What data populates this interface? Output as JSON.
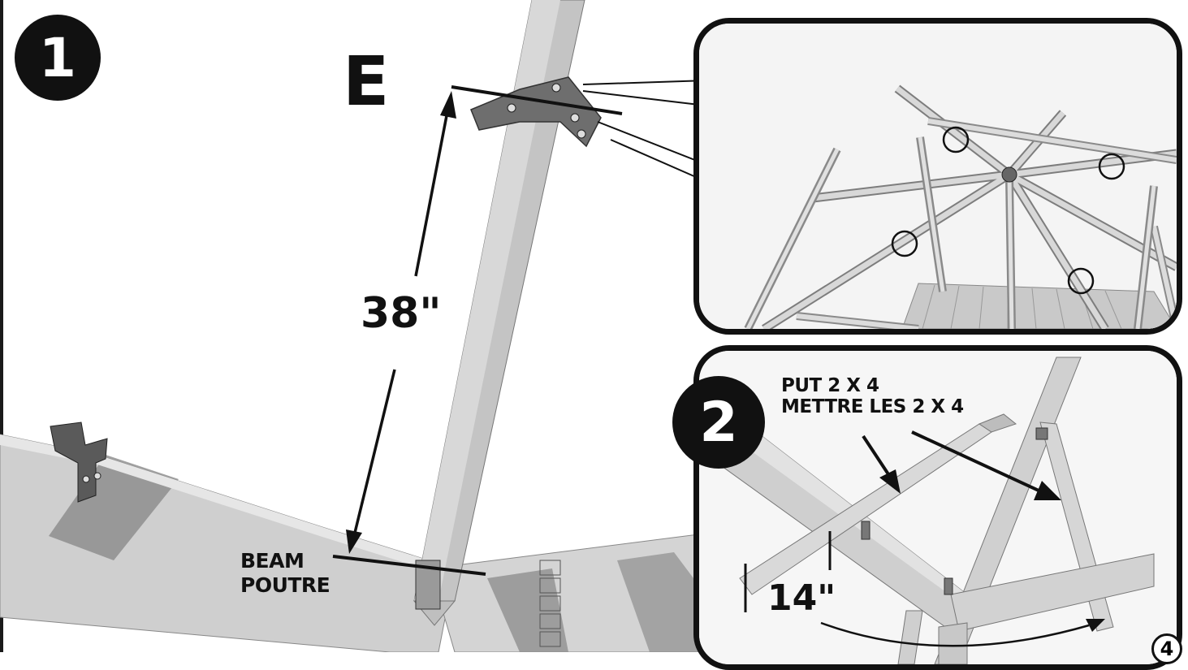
{
  "step1": {
    "number": "1"
  },
  "step2": {
    "number": "2"
  },
  "labels": {
    "part": "E",
    "measure_main": "38\"",
    "measure_detail": "14\""
  },
  "beam": {
    "line1": "BEAM",
    "line2": "POUTRE"
  },
  "instruction": {
    "line1": "PUT 2 X 4",
    "line2": "METTRE LES 2 X 4"
  },
  "page": {
    "number": "4"
  },
  "colors": {
    "ink": "#111111",
    "wood_light": "#d9d9d9",
    "wood_mid": "#b8b8b8",
    "wood_dark": "#7f7f7f",
    "background": "#ffffff"
  }
}
